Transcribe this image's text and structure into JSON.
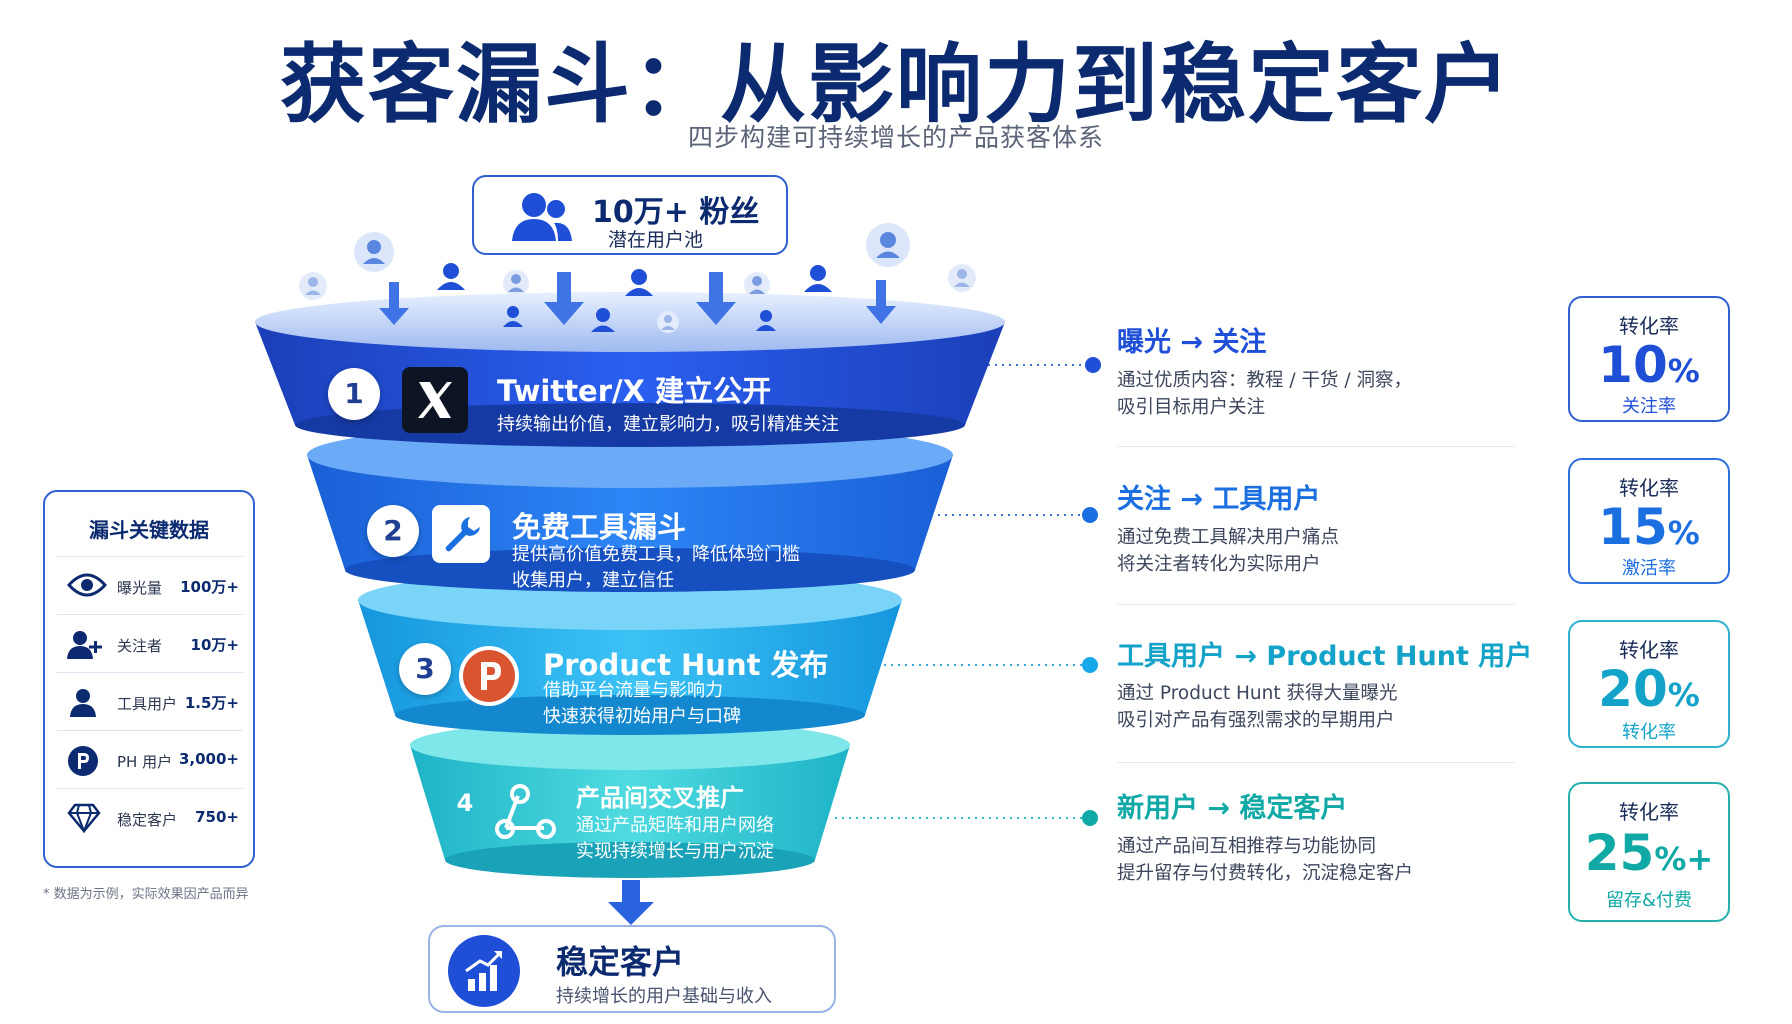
{
  "header": {
    "title": "获客漏斗：从影响力到稳定客户",
    "subtitle": "四步构建可持续增长的产品获客体系"
  },
  "top_pool": {
    "count": "10万+ 粉丝",
    "caption": "潜在用户池"
  },
  "stages": [
    {
      "number": "1",
      "title": "Twitter/X 建立公开",
      "desc": [
        "持续输出价值，建立影响力，吸引精准关注"
      ],
      "icon": "x-logo-icon",
      "color": "#1f4fd6"
    },
    {
      "number": "2",
      "title": "免费工具漏斗",
      "desc": [
        "提供高价值免费工具，降低体验门槛",
        "收集用户，建立信任"
      ],
      "icon": "wrench-icon",
      "color": "#1b73e8"
    },
    {
      "number": "3",
      "title": "Product Hunt 发布",
      "desc": [
        "借助平台流量与影响力",
        "快速获得初始用户与口碑"
      ],
      "icon": "product-hunt-icon",
      "color": "#17a8ea"
    },
    {
      "number": "4",
      "title": "产品间交叉推广",
      "desc": [
        "通过产品矩阵和用户网络",
        "实现持续增长与用户沉淀"
      ],
      "icon": "share-network-icon",
      "color": "#22c3cf"
    }
  ],
  "bottom": {
    "title": "稳定客户",
    "caption": "持续增长的用户基础与收入"
  },
  "key_data": {
    "title": "漏斗关键数据",
    "rows": [
      {
        "icon": "eye-icon",
        "label": "曝光量",
        "value": "100万+"
      },
      {
        "icon": "user-plus-icon",
        "label": "关注者",
        "value": "10万+"
      },
      {
        "icon": "user-icon",
        "label": "工具用户",
        "value": "1.5万+"
      },
      {
        "icon": "product-hunt-icon",
        "label": "PH 用户",
        "value": "3,000+"
      },
      {
        "icon": "diamond-icon",
        "label": "稳定客户",
        "value": "750+"
      }
    ],
    "footnote": "* 数据为示例，实际效果因产品而异"
  },
  "transitions": [
    {
      "title": "曝光 → 关注",
      "desc": [
        "通过优质内容：教程 / 干货 / 洞察，",
        "吸引目标用户关注"
      ],
      "rate_label": "转化率",
      "rate_value": "10",
      "rate_unit": "%",
      "rate_suffix": "",
      "rate_sub": "关注率",
      "color": "#1f4fd6"
    },
    {
      "title": "关注 → 工具用户",
      "desc": [
        "通过免费工具解决用户痛点",
        "将关注者转化为实际用户"
      ],
      "rate_label": "转化率",
      "rate_value": "15",
      "rate_unit": "%",
      "rate_suffix": "",
      "rate_sub": "激活率",
      "color": "#1b6fe0"
    },
    {
      "title": "工具用户 → Product Hunt 用户",
      "desc": [
        "通过 Product Hunt 获得大量曝光",
        "吸引对产品有强烈需求的早期用户"
      ],
      "rate_label": "转化率",
      "rate_value": "20",
      "rate_unit": "%",
      "rate_suffix": "",
      "rate_sub": "转化率",
      "color": "#13a3c9"
    },
    {
      "title": "新用户 → 稳定客户",
      "desc": [
        "通过产品间互相推荐与功能协同",
        "提升留存与付费转化，沉淀稳定客户"
      ],
      "rate_label": "转化率",
      "rate_value": "25",
      "rate_unit": "%",
      "rate_suffix": "+",
      "rate_sub": "留存&付费",
      "color": "#10a9a6"
    }
  ]
}
